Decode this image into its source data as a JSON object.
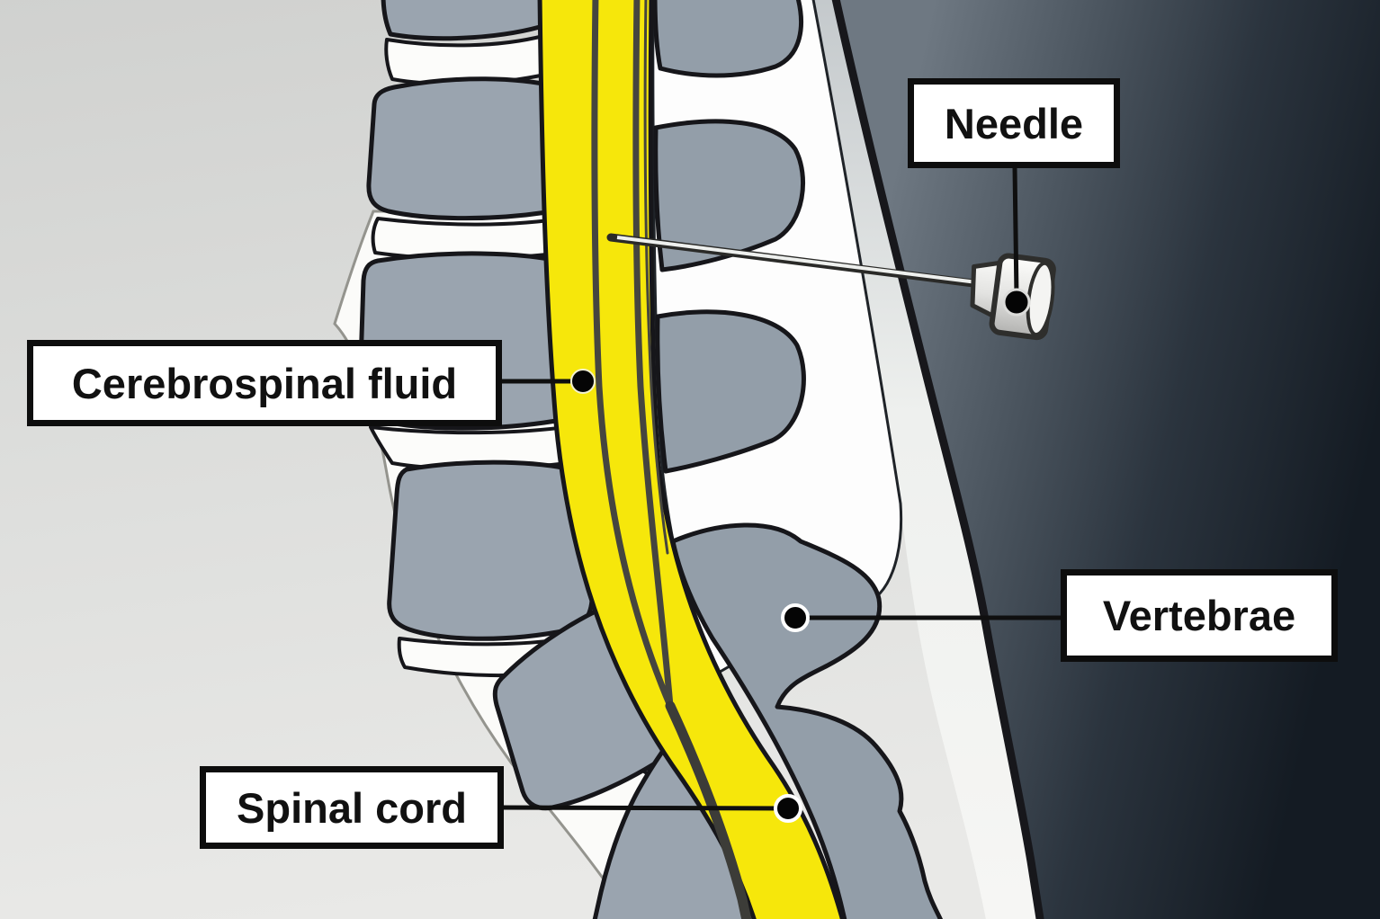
{
  "figure": {
    "type": "anatomical-diagram",
    "subject": "Lumbar puncture (spinal tap): sagittal view of lower spine with needle inserted into cerebrospinal fluid space"
  },
  "labels": {
    "needle": "Needle",
    "csf": "Cerebrospinal fluid",
    "vertebrae": "Vertebrae",
    "spinal_cord": "Spinal cord"
  },
  "colors": {
    "csf_yellow": "#f6e70b",
    "bone_gray": "#9aa4af",
    "bone_gray_posterior": "#939ea9",
    "disc_white": "#fcfcfa",
    "outline_black": "#16161a",
    "cord_stroke": "#45453f",
    "label_bg": "#ffffff",
    "label_border": "#0d0d0d",
    "label_text": "#111111",
    "background_light": "#e6e6e4",
    "background_dark": "#141b23",
    "skin_line": "#17171b",
    "needle_metal": "#eef0ee"
  }
}
